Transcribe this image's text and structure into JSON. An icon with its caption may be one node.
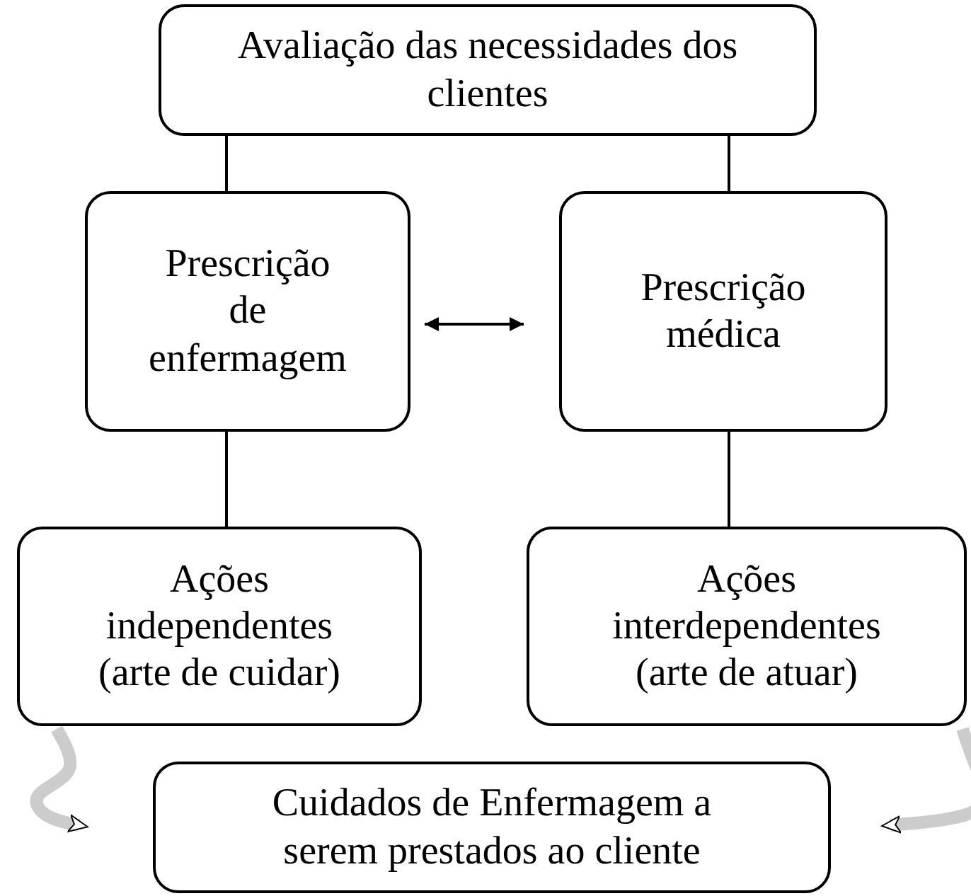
{
  "diagram": {
    "nodes": [
      {
        "text": [
          "Avaliação das necessidades dos clientes"
        ]
      },
      {
        "text": [
          "Prescrição de enfermagem"
        ]
      },
      {
        "text": [
          "Prescrição médica"
        ]
      },
      {
        "text": [
          "Ações independentes (arte de cuidar)"
        ]
      },
      {
        "text": [
          "Ações interdependentes (arte de atuar)"
        ]
      },
      {
        "text": [
          "Cuidados de Enfermagem a serem prestados ao cliente"
        ]
      }
    ],
    "edges": [
      {
        "from": 0,
        "to": 1,
        "arrow": "none"
      },
      {
        "from": 0,
        "to": 2,
        "arrow": "none"
      },
      {
        "from": 1,
        "to": 2,
        "arrow": "both"
      },
      {
        "from": 1,
        "to": 3,
        "arrow": "none"
      },
      {
        "from": 2,
        "to": 4,
        "arrow": "none"
      },
      {
        "from": 3,
        "to": 5,
        "arrow": "to",
        "style": "thick",
        "color": "#cccccc"
      },
      {
        "from": 4,
        "to": 5,
        "arrow": "to",
        "style": "thick",
        "color": "#cccccc"
      }
    ]
  }
}
